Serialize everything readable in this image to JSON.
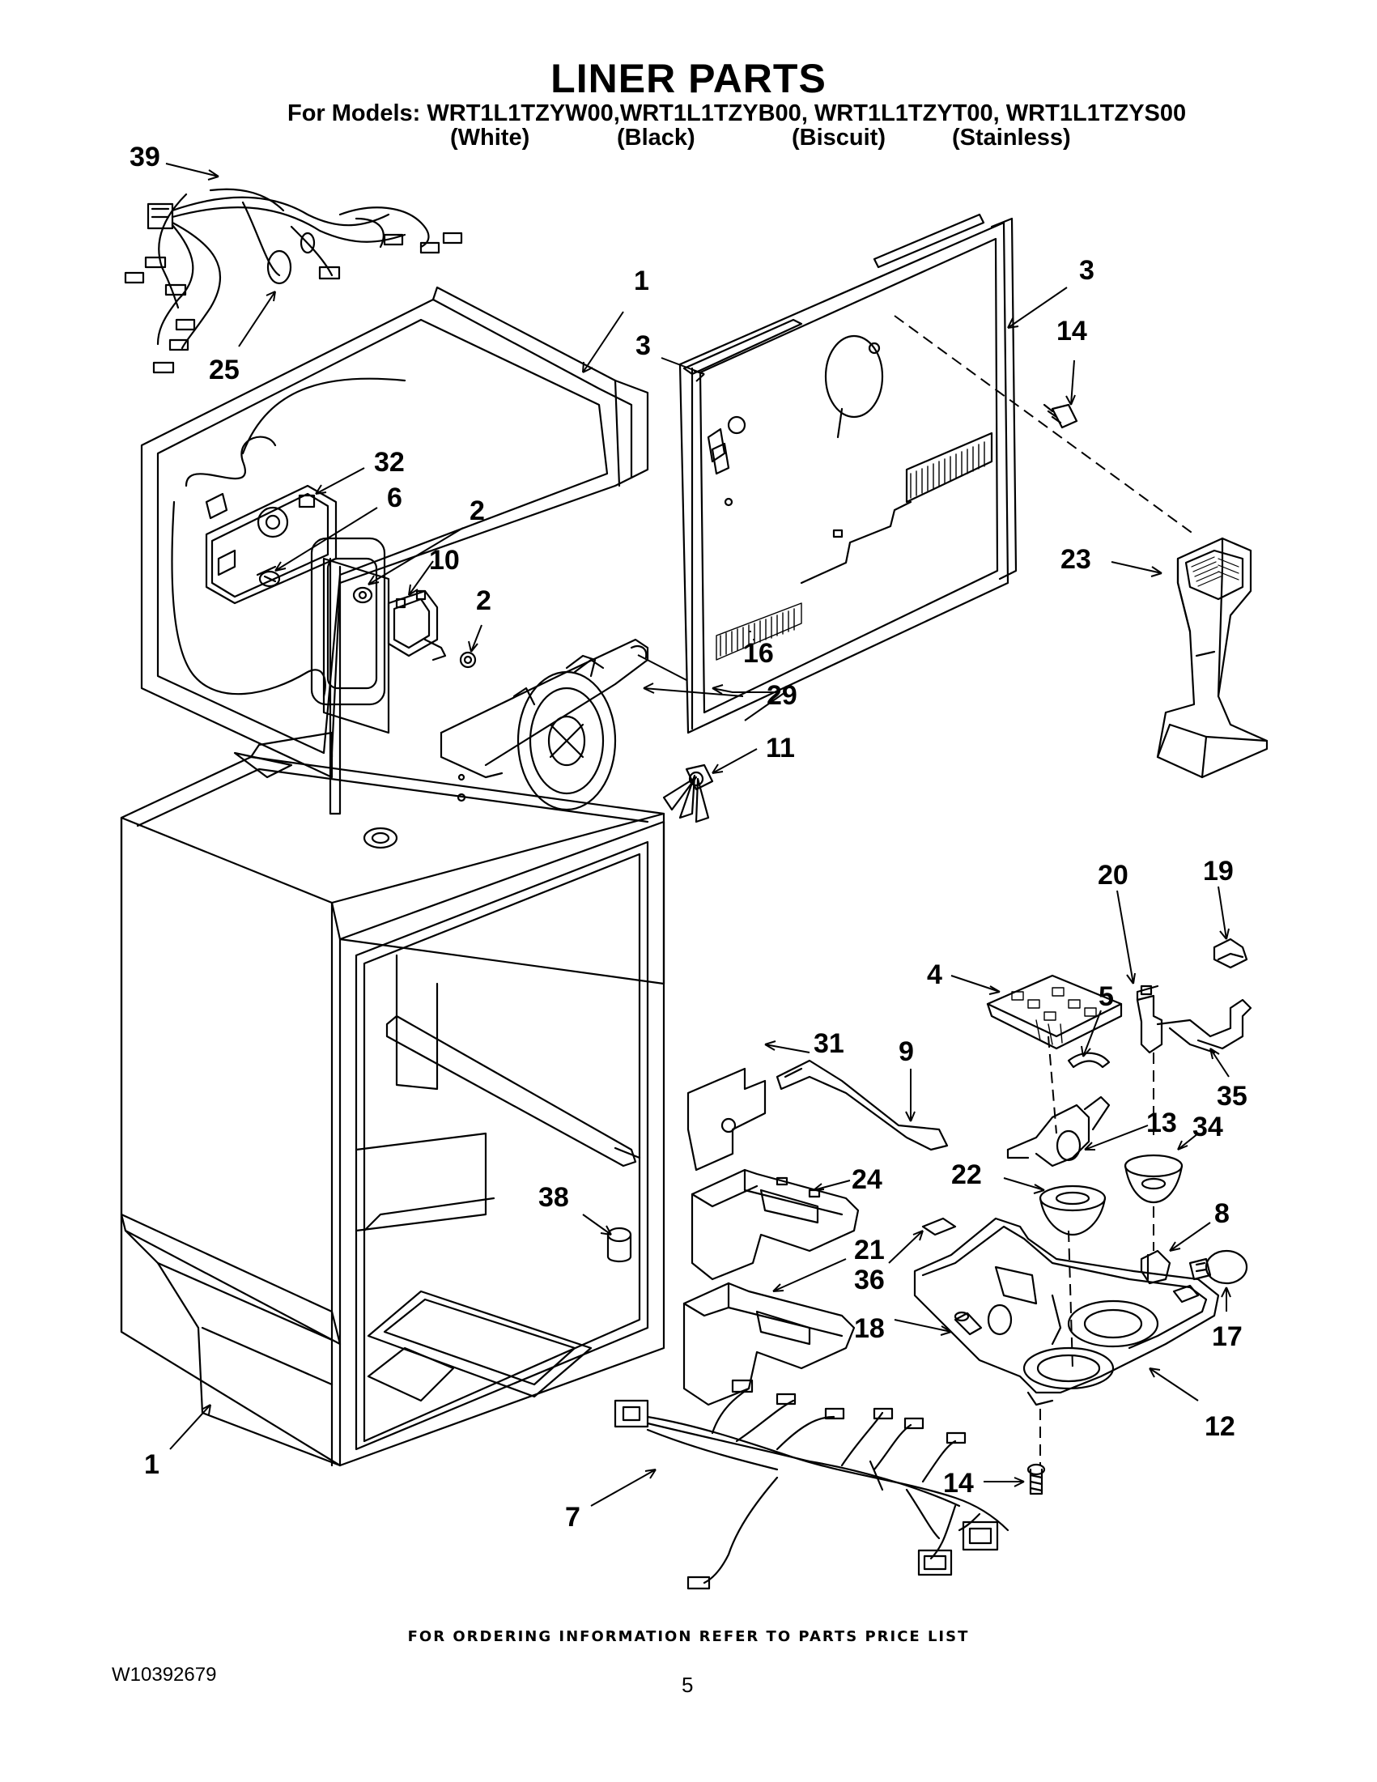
{
  "title": "LINER PARTS",
  "models_line": "For Models: WRT1L1TZYW00,WRT1L1TZYB00,  WRT1L1TZYT00, WRT1L1TZYS00",
  "colors": [
    "(White)",
    "(Black)",
    "(Biscuit)",
    "(Stainless)"
  ],
  "callouts": {
    "c39": "39",
    "c25": "25",
    "c1a": "1",
    "c3a": "3",
    "c3b": "3",
    "c14a": "14",
    "c32": "32",
    "c6": "6",
    "c2a": "2",
    "c10": "10",
    "c2b": "2",
    "c29": "29",
    "c16": "16",
    "c23": "23",
    "c11": "11",
    "c19": "19",
    "c20": "20",
    "c4": "4",
    "c5": "5",
    "c35": "35",
    "c31": "31",
    "c9": "9",
    "c13": "13",
    "c34": "34",
    "c22": "22",
    "c24": "24",
    "c38": "38",
    "c8": "8",
    "c21": "21",
    "c36": "36",
    "c17": "17",
    "c18": "18",
    "c12": "12",
    "c1b": "1",
    "c14b": "14",
    "c7": "7"
  },
  "footer_note": "FOR ORDERING INFORMATION REFER TO PARTS PRICE LIST",
  "doc_number": "W10392679",
  "page_number": "5"
}
